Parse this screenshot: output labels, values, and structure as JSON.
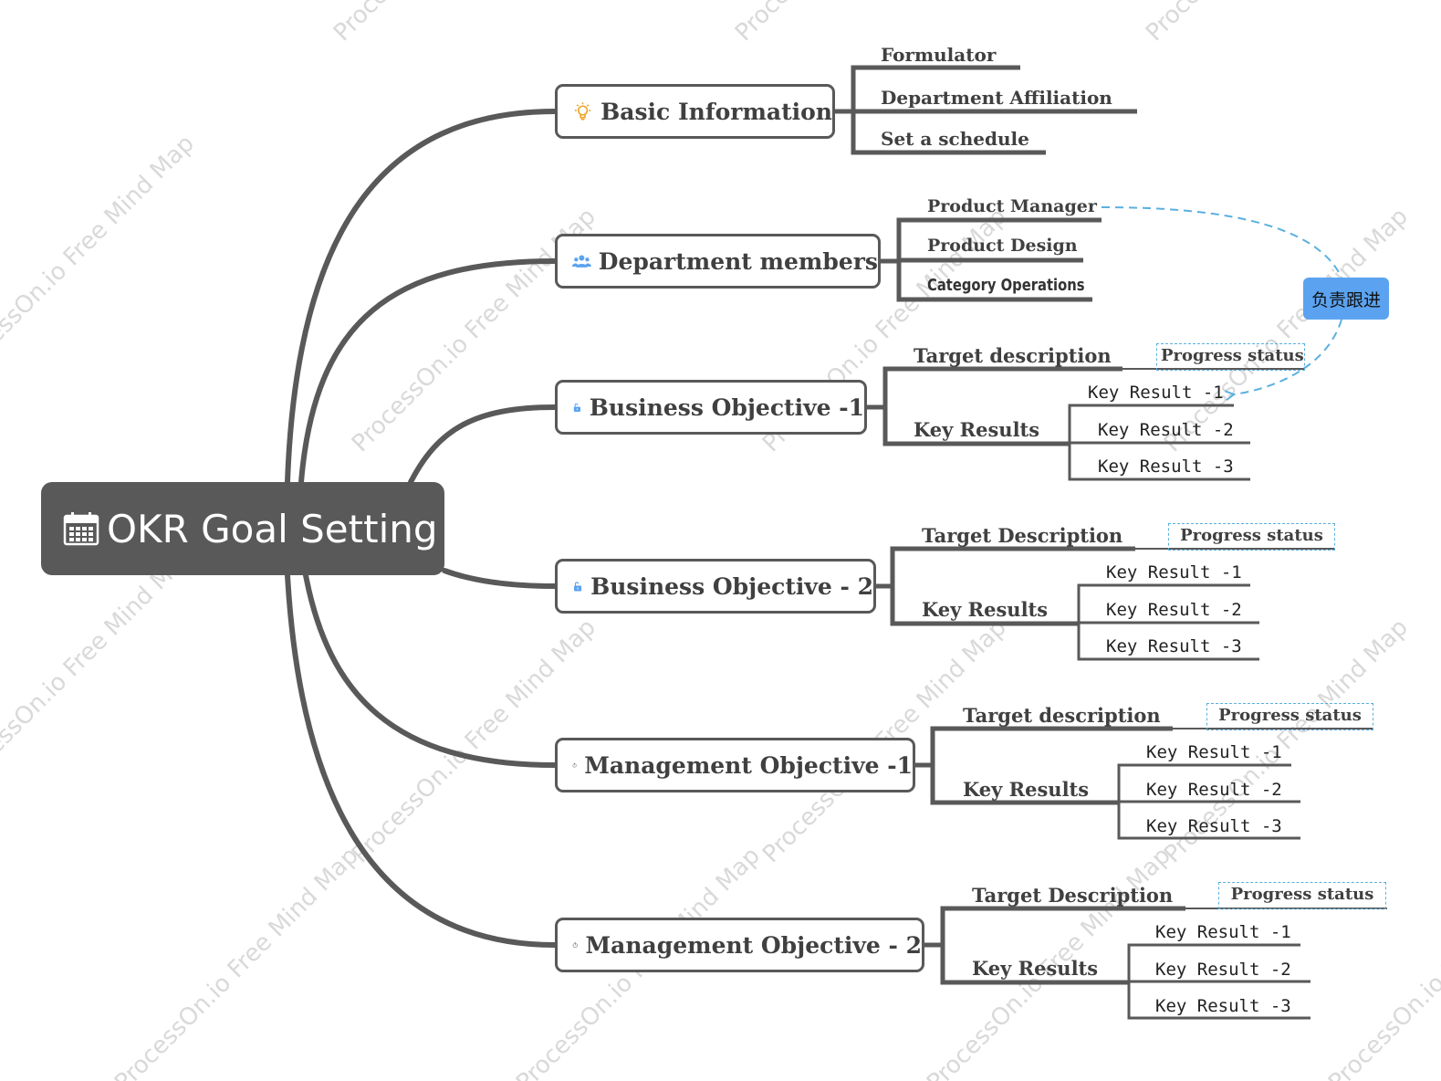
{
  "root": {
    "title": "OKR Goal Setting",
    "icon": "calendar-icon"
  },
  "branches": [
    {
      "id": "basic",
      "label": "Basic Information",
      "icon": "lightbulb-icon",
      "children": [
        "Formulator",
        "Department Affiliation",
        "Set a schedule"
      ]
    },
    {
      "id": "dept",
      "label": "Department members",
      "icon": "people-icon",
      "children": [
        "Product Manager",
        "Product Design",
        "Category Operations"
      ]
    },
    {
      "id": "bo1",
      "label": "Business Objective -1",
      "icon": "unlock-icon",
      "target": "Target description",
      "status": "Progress status",
      "keyresults": "Key Results",
      "krs": [
        "Key Result -1",
        "Key Result -2",
        "Key Result -3"
      ]
    },
    {
      "id": "bo2",
      "label": "Business Objective - 2",
      "icon": "unlock-icon",
      "target": "Target Description",
      "status": "Progress status",
      "keyresults": "Key Results",
      "krs": [
        "Key Result -1",
        "Key Result -2",
        "Key Result -3"
      ]
    },
    {
      "id": "mo1",
      "label": "Management Objective -1",
      "icon": "stopwatch-icon",
      "target": "Target description",
      "status": "Progress status",
      "keyresults": "Key Results",
      "krs": [
        "Key Result -1",
        "Key Result -2",
        "Key Result -3"
      ]
    },
    {
      "id": "mo2",
      "label": "Management Objective - 2",
      "icon": "stopwatch-icon",
      "target": "Target Description",
      "status": "Progress status",
      "keyresults": "Key Results",
      "krs": [
        "Key Result -1",
        "Key Result -2",
        "Key Result -3"
      ]
    }
  ],
  "callout": {
    "label": "负责跟进"
  },
  "watermark": "ProcessOn.io Free Mind Map",
  "colors": {
    "line": "#595959",
    "accent_blue": "#5ba3f0",
    "dashed": "#5ab0e0",
    "text": "#404040"
  }
}
